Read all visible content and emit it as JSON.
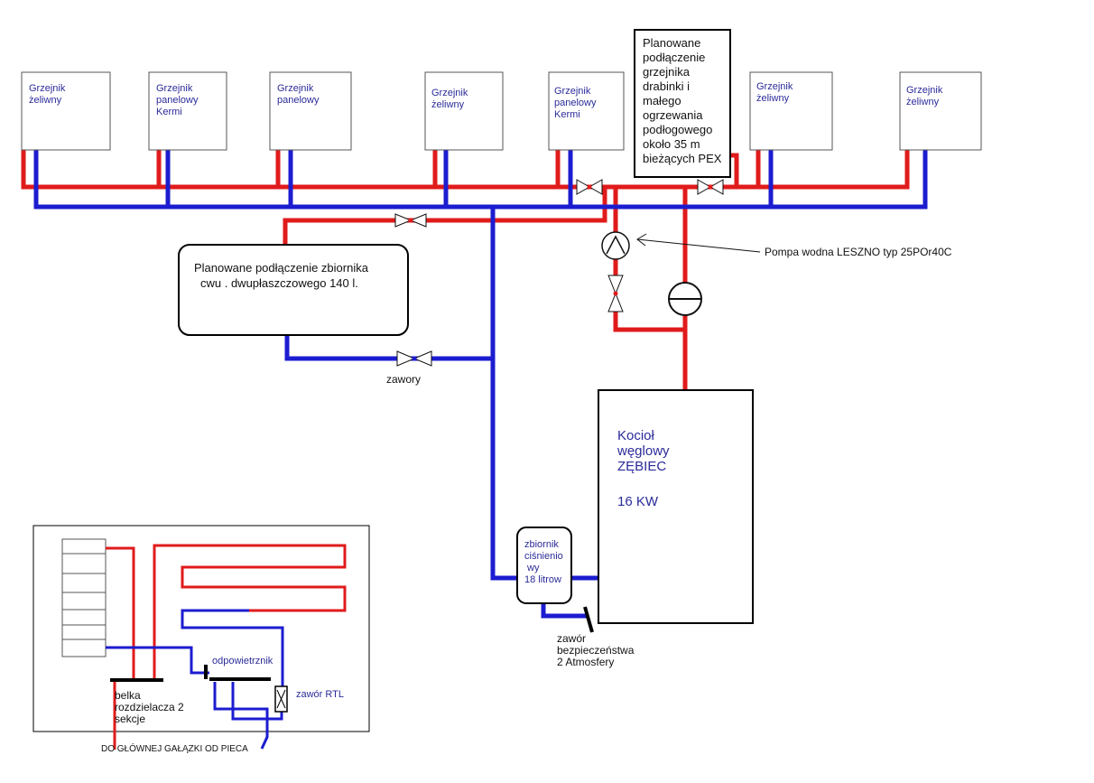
{
  "colors": {
    "supply": "#e01b1b",
    "return": "#1c1cd0",
    "outline": "#000000",
    "text_blue": "#2b2b9a"
  },
  "radiators": [
    {
      "lines": [
        "Grzejnik",
        "żeliwny"
      ]
    },
    {
      "lines": [
        "Grzejnik",
        "panelowy",
        "Kermi"
      ]
    },
    {
      "lines": [
        "Grzejnik",
        "panelowy"
      ]
    },
    {
      "lines": [
        "Grzejnik",
        "żeliwny"
      ]
    },
    {
      "lines": [
        "Grzejnik",
        "panelowy",
        "Kermi"
      ]
    },
    {
      "lines": [
        "Grzejnik",
        "żeliwny"
      ]
    },
    {
      "lines": [
        "Grzejnik",
        "żeliwny"
      ]
    }
  ],
  "planned_ladder_note": [
    "Planowane",
    "podłączenie",
    "grzejnika",
    "drabinki i",
    "małego",
    "ogrzewania",
    "podłogowego",
    "około 35 m",
    "bieżących PEX"
  ],
  "tank_note": [
    "Planowane podłączenie zbiornika",
    "cwu . dwupłaszczowego 140 l."
  ],
  "valves_label": "zawory",
  "pump_label": "Pompa wodna LESZNO typ 25POr40C",
  "boiler": {
    "lines": [
      "Kocioł",
      "węglowy",
      "ZĘBIEC"
    ],
    "power": "16 KW"
  },
  "expansion_tank": [
    "zbiornik",
    "ciśnienio",
    "wy",
    "18 litrow"
  ],
  "safety_valve": [
    "zawór",
    "bezpieczeństwa",
    "2 Atmosfery"
  ],
  "inset": {
    "vent_label": "odpowietrznik",
    "rtl_label": "zawór RTL",
    "manifold_label": [
      "belka",
      "rozdzielacza 2",
      "sekcje"
    ],
    "main_branch_label": "DO GŁÓWNEJ GAŁĄZKI OD PIECA"
  }
}
